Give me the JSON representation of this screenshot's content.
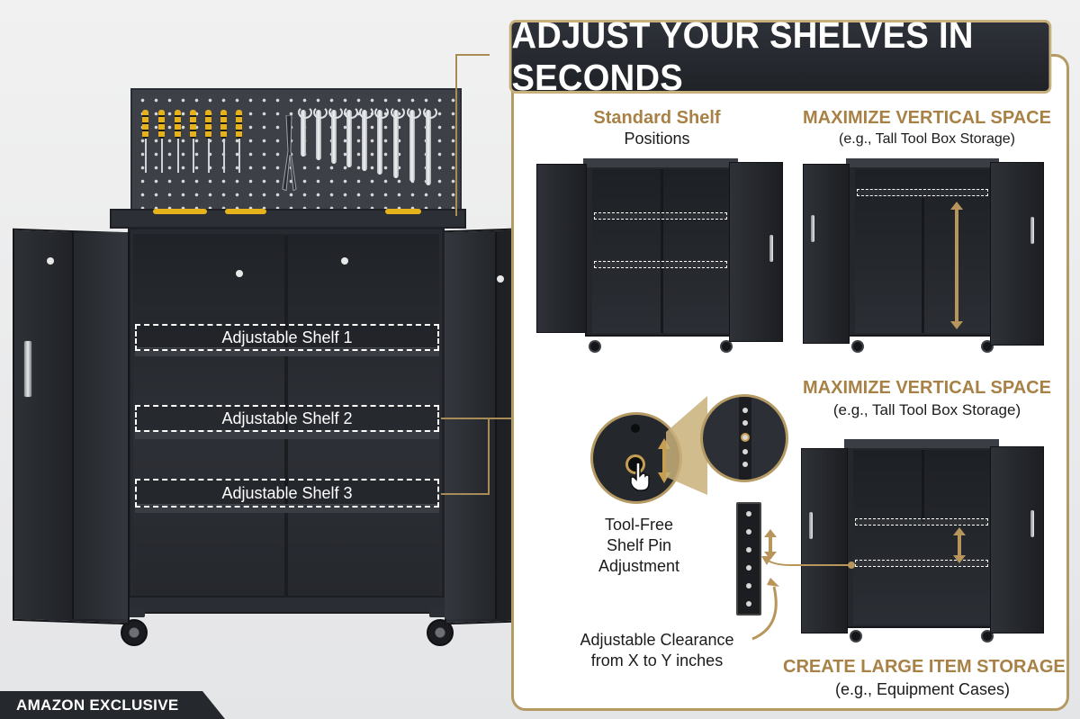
{
  "banner": {
    "title": "ADJUST YOUR SHELVES IN SECONDS"
  },
  "main_cabinet": {
    "shelf_labels": [
      "Adjustable Shelf 1",
      "Adjustable Shelf 2",
      "Adjustable Shelf 3"
    ]
  },
  "panels": {
    "standard": {
      "title": "Standard Shelf",
      "subtitle": "Positions"
    },
    "vertical_top": {
      "title": "MAXIMIZE VERTICAL SPACE",
      "subtitle": "(e.g., Tall Tool Box Storage)"
    },
    "vertical_mid": {
      "title": "MAXIMIZE VERTICAL SPACE",
      "subtitle": "(e.g., Tall Tool Box Storage)"
    },
    "large_item": {
      "title": "CREATE LARGE ITEM STORAGE",
      "subtitle": "(e.g., Equipment Cases)"
    }
  },
  "captions": {
    "tool_free": [
      "Tool-Free",
      "Shelf Pin",
      "Adjustment"
    ],
    "clearance": [
      "Adjustable Clearance",
      "from X to Y inches"
    ]
  },
  "badge": {
    "label": "AMAZON EXCLUSIVE"
  },
  "colors": {
    "accent_gold": "#a78145",
    "cabinet_dark": "#272a30",
    "banner_bg": "#1f2227"
  },
  "icons": [
    "hand-pointer-icon",
    "double-arrow-icon",
    "pin-strip-icon"
  ]
}
